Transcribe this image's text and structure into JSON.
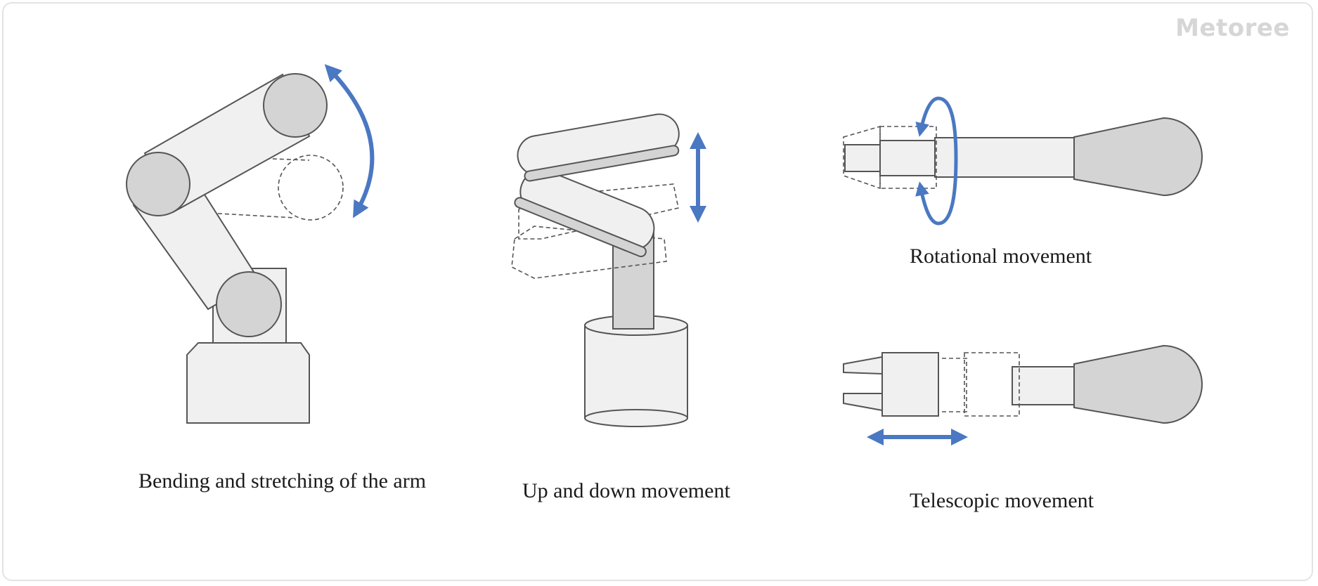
{
  "brand": "Metoree",
  "captions": {
    "bending": "Bending and stretching of the arm",
    "updown": "Up and down movement",
    "rotational": "Rotational movement",
    "telescopic": "Telescopic movement"
  },
  "colors": {
    "arrow": "#4a78c2",
    "part_light": "#f0f0f0",
    "part_mid": "#d4d4d4",
    "outline": "#555555"
  }
}
